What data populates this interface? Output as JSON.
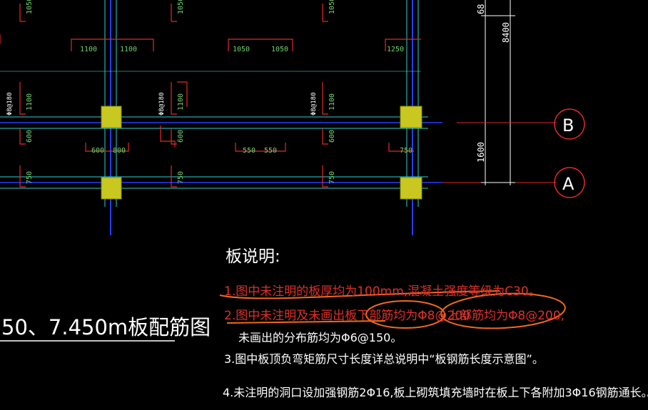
{
  "drawing": {
    "title": "50、7.450m板配筋图",
    "axes": [
      "B",
      "A"
    ],
    "right_dims": [
      "68",
      "8400",
      "1600"
    ],
    "top_lengths": [
      "1050",
      "1050",
      "1050"
    ],
    "span_labels": [
      "1100",
      "1100",
      "1050",
      "1050",
      "1250"
    ],
    "mid_labels": [
      "600",
      "800",
      "550",
      "550",
      "750"
    ],
    "vertical_labels": [
      "1100",
      "600",
      "750",
      "1100",
      "600",
      "750",
      "1100",
      "600",
      "750"
    ],
    "rebar_tags": [
      "Φ8@180",
      "Φ8@180",
      "Φ8@180"
    ]
  },
  "notes": {
    "heading": "板说明:",
    "line1": "1.图中未注明的板厚均为100mm,混凝土强度等级为C30。",
    "line2a": "2.图中未注明及未画出板下部筋均为Φ8@200",
    "line2b": "上部筋均为Φ8@200,",
    "line2c": "未画出的分布筋均为Φ6@150。",
    "line3": "3.图中板顶负弯矩筋尺寸长度详总说明中“板钢筋长度示意图”。",
    "line4": "4.未注明的洞口设加强钢筋2Φ16,板上砌筑填充墙时在板上下各附加3Φ16钢筋通长。。"
  },
  "colors": {
    "background": "#000000",
    "grid_blue": "#2a3dff",
    "grid_cyan": "#2fd0d0",
    "rebar_red": "#e12a2a",
    "label_green": "#6fd36f",
    "column_yellow": "#c8c820",
    "note_red": "#e0302a",
    "markup_orange": "#f06a1a",
    "text_white": "#ffffff"
  }
}
